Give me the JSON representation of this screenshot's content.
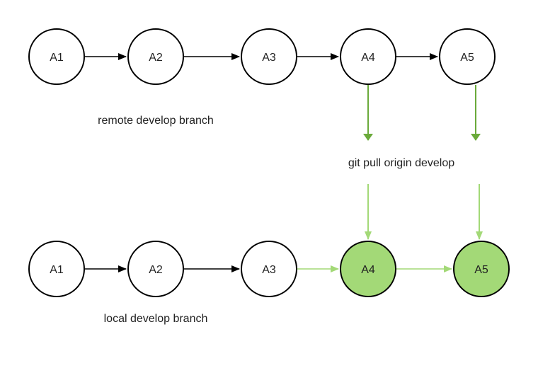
{
  "remote": {
    "branch_label": "remote develop branch",
    "commits": [
      "A1",
      "A2",
      "A3",
      "A4",
      "A5"
    ]
  },
  "local": {
    "branch_label": "local develop branch",
    "commits": [
      "A1",
      "A2",
      "A3",
      "A4",
      "A5"
    ],
    "new_commits": [
      "A4",
      "A5"
    ]
  },
  "operation": {
    "label": "git pull origin develop"
  },
  "colors": {
    "node_stroke": "#000000",
    "node_fill": "#ffffff",
    "new_node_fill": "#a3d977",
    "pull_arrow": "#6aaa3a",
    "new_link": "#a3d977",
    "text": "#222222"
  }
}
